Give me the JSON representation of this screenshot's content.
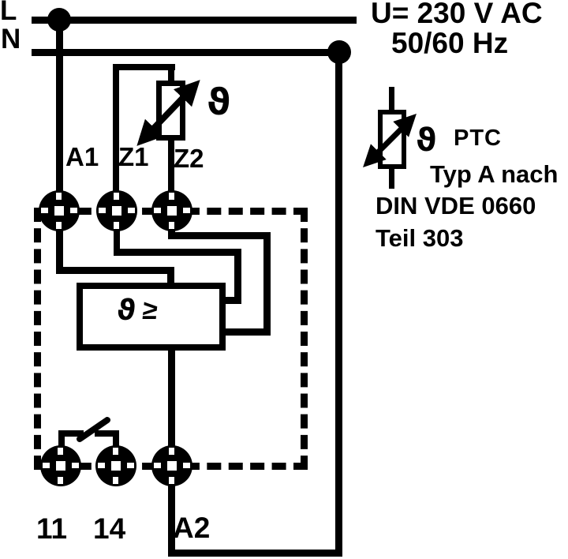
{
  "diagram": {
    "kind": "ptc-thermistor-relay-wiring-diagram",
    "supply": {
      "line_label": "L",
      "neutral_label": "N",
      "voltage": "U= 230 V AC",
      "frequency": "50/60 Hz"
    },
    "terminals": {
      "a1": "A1",
      "z1": "Z1",
      "z2": "Z2",
      "t11": "11",
      "t14": "14",
      "a2": "A2"
    },
    "sensor": {
      "theta": "ϑ"
    },
    "relay": {
      "theta": "ϑ",
      "threshold": "≥"
    },
    "legend": {
      "theta": "ϑ",
      "title": "PTC",
      "line1": "Typ A nach",
      "line2": "DIN VDE 0660",
      "line3": "Teil 303"
    },
    "colors": {
      "ink": "#000000",
      "background": "#ffffff"
    }
  }
}
